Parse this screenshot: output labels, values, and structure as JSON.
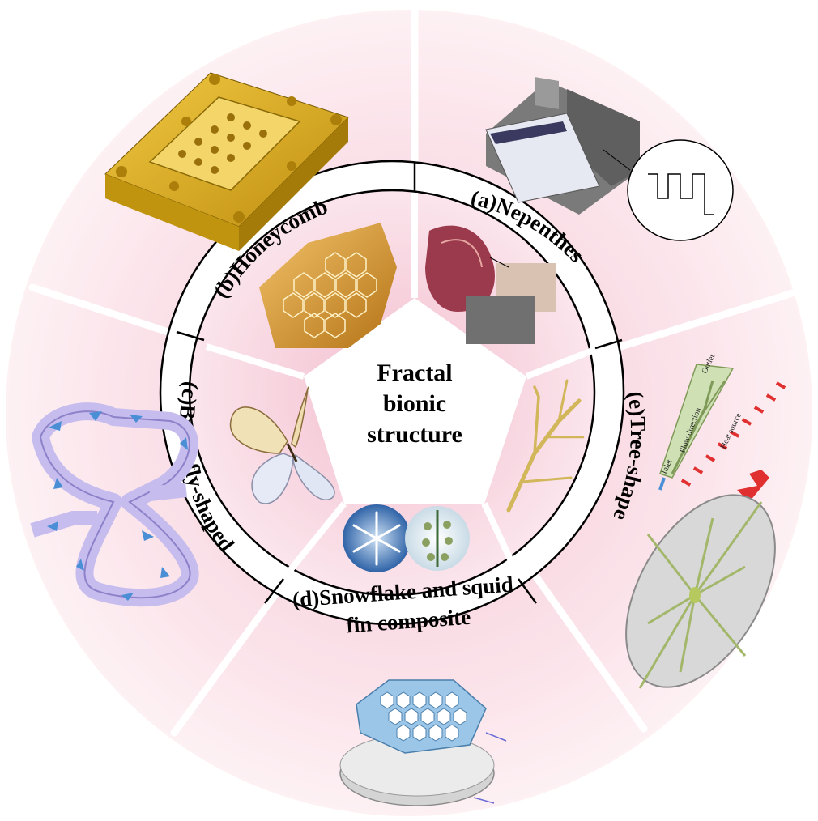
{
  "center": {
    "line1": "Fractal",
    "line2": "bionic",
    "line3": "structure"
  },
  "segments": {
    "a": {
      "label": "(a)Nepenthes"
    },
    "b": {
      "label": "(b)Honeycomb"
    },
    "c": {
      "label": "(c)Butterfly-shaped"
    },
    "d": {
      "label_line1": "(d)Snowflake and squid",
      "label_line2": "fin composite"
    },
    "e": {
      "label": "(e)Tree-shape"
    }
  },
  "tree_diagram": {
    "outlet": "Outlet",
    "inlet": "Inlet",
    "flow_direction": "Flow direction",
    "heat_source": "Heat source"
  },
  "colors": {
    "outer_fill": "#fbe6ec",
    "inner_fill": "#f8d4df",
    "center_fill": "#ffffff",
    "ring_stroke": "#000000",
    "honeycomb_gold": "#e2b21f",
    "channel_violet": "#c7bff0",
    "arrow_blue": "#4a8fd6",
    "leaf_green": "#a3b76b",
    "heat_red": "#e03030"
  }
}
